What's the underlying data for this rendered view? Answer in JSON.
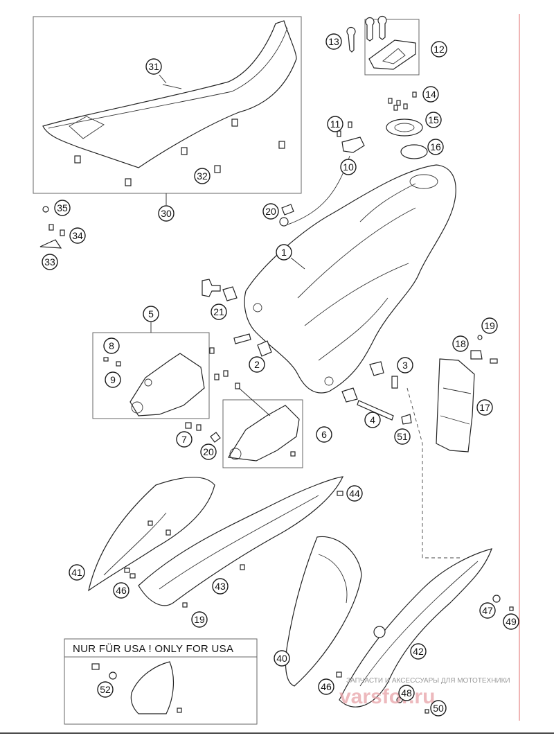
{
  "notice": {
    "text": "NUR FÜR USA ! ONLY FOR USA"
  },
  "watermark": {
    "caption": "ЗАПЧАСТИ И АКСЕССУАРЫ ДЛЯ МОТОТЕХНИКИ",
    "logo_text": "varsfor.ru"
  },
  "colors": {
    "line": "#222222",
    "margin_rule": "#e26b6b",
    "watermark": "#e7a2a7"
  },
  "callouts": {
    "c1": "1",
    "c2": "2",
    "c3": "3",
    "c4": "4",
    "c5": "5",
    "c6": "6",
    "c7": "7",
    "c8": "8",
    "c9": "9",
    "c10": "10",
    "c11": "11",
    "c12": "12",
    "c13": "13",
    "c14": "14",
    "c15": "15",
    "c16": "16",
    "c17": "17",
    "c18": "18",
    "c19a": "19",
    "c19b": "19",
    "c20a": "20",
    "c20b": "20",
    "c21": "21",
    "c30": "30",
    "c31": "31",
    "c32": "32",
    "c33": "33",
    "c34": "34",
    "c35": "35",
    "c40": "40",
    "c41": "41",
    "c42": "42",
    "c43": "43",
    "c44": "44",
    "c46a": "46",
    "c46b": "46",
    "c47": "47",
    "c48": "48",
    "c49": "49",
    "c50": "50",
    "c51": "51",
    "c52": "52"
  }
}
